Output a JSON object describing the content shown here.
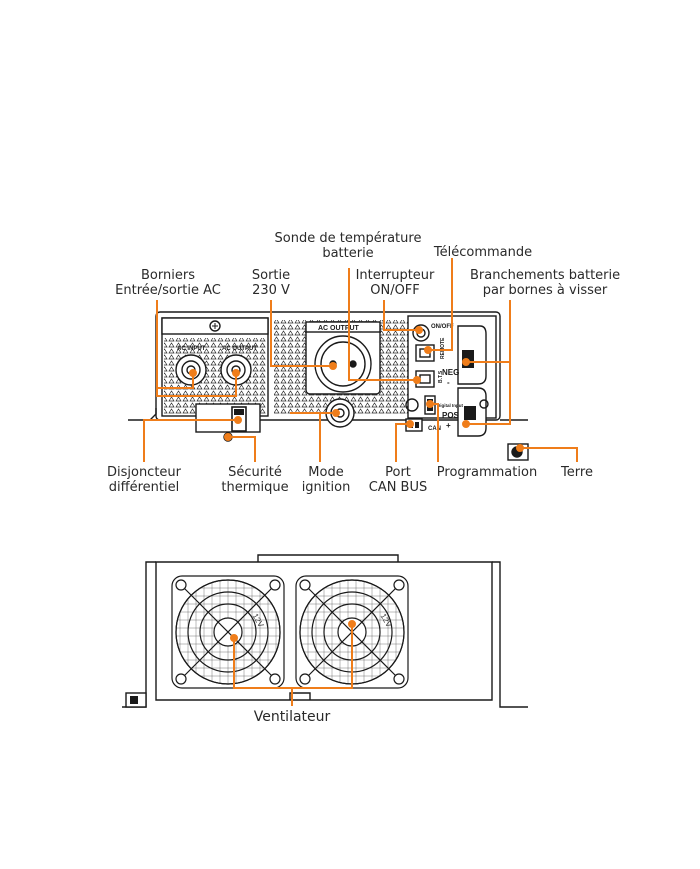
{
  "colors": {
    "callout": "#ef7d1a",
    "drawing": "#1a1a1a",
    "label_text": "#2a2a2a",
    "background": "#ffffff"
  },
  "labels": {
    "sonde": [
      "Sonde de température",
      "batterie"
    ],
    "telecommande": [
      "Télécommande"
    ],
    "borniers": [
      "Borniers",
      "Entrée/sortie AC"
    ],
    "sortie": [
      "Sortie",
      "230 V"
    ],
    "interrupteur": [
      "Interrupteur",
      "ON/OFF"
    ],
    "branchements": [
      "Branchements batterie",
      "par bornes à visser"
    ],
    "disjoncteur": [
      "Disjoncteur",
      "différentiel"
    ],
    "securite": [
      "Sécurité",
      "thermique"
    ],
    "mode": [
      "Mode",
      "ignition"
    ],
    "port": [
      "Port",
      "CAN BUS"
    ],
    "programmation": [
      "Programmation"
    ],
    "terre": [
      "Terre"
    ],
    "ventilateur": [
      "Ventilateur"
    ]
  },
  "panel_text": {
    "ac_input": "AC INPUT",
    "ac_output_small": "AC OUTPUT",
    "ac_output": "AC OUTPUT",
    "on_off": "ON/OFF",
    "remote": "REMOTE",
    "bts": "B.T.S",
    "digital_input": "Digital Input",
    "can": "CAN",
    "neg": "NEG",
    "neg_sign": "-",
    "pos": "POS",
    "pos_sign": "+",
    "fan_text_left": "12V",
    "fan_text_right": "12V"
  }
}
